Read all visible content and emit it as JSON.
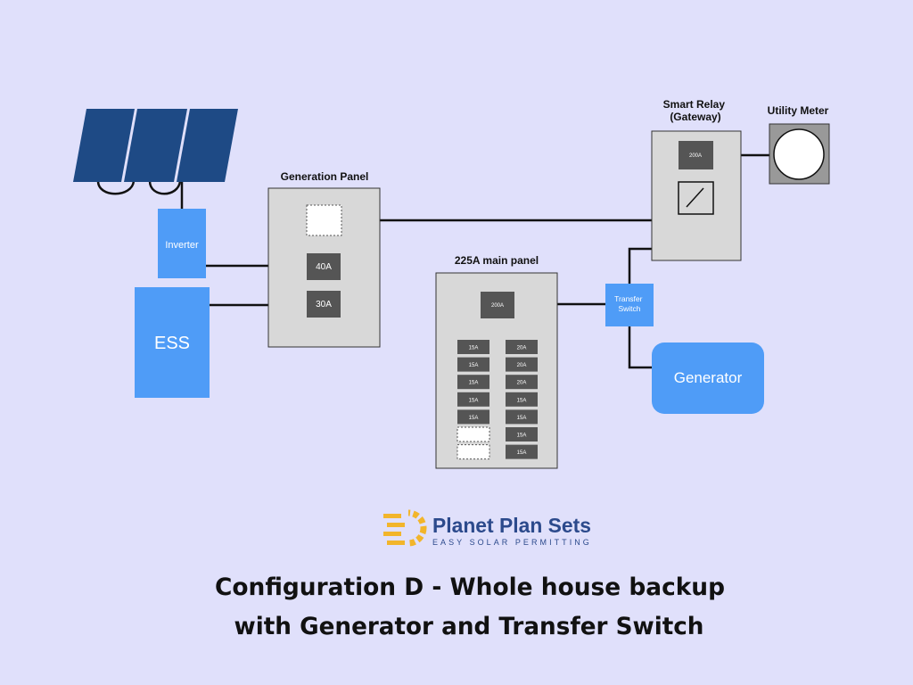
{
  "labels": {
    "generation_panel": "Generation Panel",
    "main_panel": "225A main panel",
    "smart_relay_line1": "Smart Relay",
    "smart_relay_line2": "(Gateway)",
    "utility_meter": "Utility Meter",
    "inverter": "Inverter",
    "ess": "ESS",
    "transfer_switch_line1": "Transfer",
    "transfer_switch_line2": "Switch",
    "generator": "Generator"
  },
  "breakers": {
    "generation_40": "40A",
    "generation_30": "30A",
    "main_200": "200A",
    "relay_200": "200A",
    "left_column": [
      "15A",
      "15A",
      "15A",
      "15A",
      "15A"
    ],
    "right_column": [
      "20A",
      "20A",
      "20A",
      "15A",
      "15A",
      "15A",
      "15A"
    ]
  },
  "logo": {
    "name": "Planet Plan Sets",
    "tagline": "EASY SOLAR PERMITTING"
  },
  "caption": {
    "line1": "Configuration D - Whole house backup",
    "line2": "with Generator and Transfer Switch"
  },
  "colors": {
    "background": "#e0e0fb",
    "device_blue": "#4f9cf7",
    "panel_gray": "#d8d8d8",
    "breaker_dark": "#555555",
    "solar_navy": "#1e4a85",
    "logo_blue": "#2c4a8c",
    "logo_gold": "#f2b52b"
  }
}
